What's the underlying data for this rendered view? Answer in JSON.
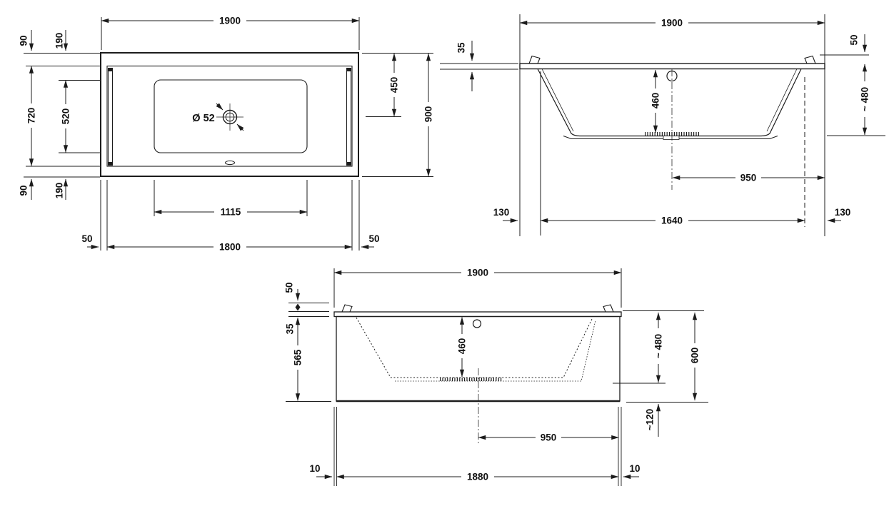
{
  "drawing": {
    "description": "Bathtub technical drawing with three views and millimeter dimensions",
    "accent_color": "#1c1c1c",
    "background_color": "#ffffff"
  },
  "plan": {
    "dim_1900": "1900",
    "dim_90_top": "90",
    "dim_190_top": "190",
    "dim_720": "720",
    "dim_520": "520",
    "dim_90_bottom": "90",
    "dim_190_bottom": "190",
    "dim_450": "450",
    "dim_900": "900",
    "dim_1115": "1115",
    "dim_50_left": "50",
    "dim_1800": "1800",
    "dim_50_right": "50",
    "drain_diameter": "Ø 52"
  },
  "side": {
    "dim_1900": "1900",
    "dim_35": "35",
    "dim_50": "50",
    "dim_480": "~ 480",
    "dim_460": "460",
    "dim_950": "950",
    "dim_1640": "1640",
    "dim_130_left": "130",
    "dim_130_right": "130"
  },
  "front": {
    "dim_1900": "1900",
    "dim_50": "50",
    "dim_35": "35",
    "dim_565": "565",
    "dim_460": "460",
    "dim_480": "~ 480",
    "dim_600": "600",
    "dim_120": "~120",
    "dim_950": "950",
    "dim_10_left": "10",
    "dim_1880": "1880",
    "dim_10_right": "10"
  }
}
